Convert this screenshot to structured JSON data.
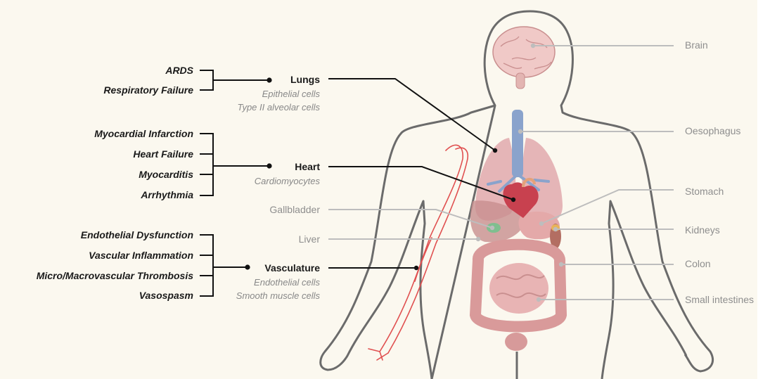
{
  "systems": [
    {
      "organ": "Lungs",
      "cells": [
        "Epithelial cells",
        "Type II alveolar cells"
      ],
      "conditions": [
        "ARDS",
        "Respiratory Failure"
      ]
    },
    {
      "organ": "Heart",
      "cells": [
        "Cardiomyocytes"
      ],
      "conditions": [
        "Myocardial Infarction",
        "Heart Failure",
        "Myocarditis",
        "Arrhythmia"
      ]
    },
    {
      "organ": "Vasculature",
      "cells": [
        "Endothelial cells",
        "Smooth muscle cells"
      ],
      "conditions": [
        "Endothelial Dysfunction",
        "Vascular Inflammation",
        "Micro/Macrovascular Thrombosis",
        "Vasospasm"
      ]
    }
  ],
  "organ_labels_right": [
    "Brain",
    "Oesophagus",
    "Stomach",
    "Kidneys",
    "Colon",
    "Small intestines"
  ],
  "organ_labels_left": [
    "Gallbladder",
    "Liver"
  ],
  "colors": {
    "background": "#fbf8ef",
    "body_outline": "#6b6b6b",
    "organ_pink": "#e8b4b4",
    "vessel_red": "#e05050",
    "trachea_blue": "#8aa3cc",
    "leader_gray": "#bdbdbd",
    "leader_black": "#111111"
  }
}
